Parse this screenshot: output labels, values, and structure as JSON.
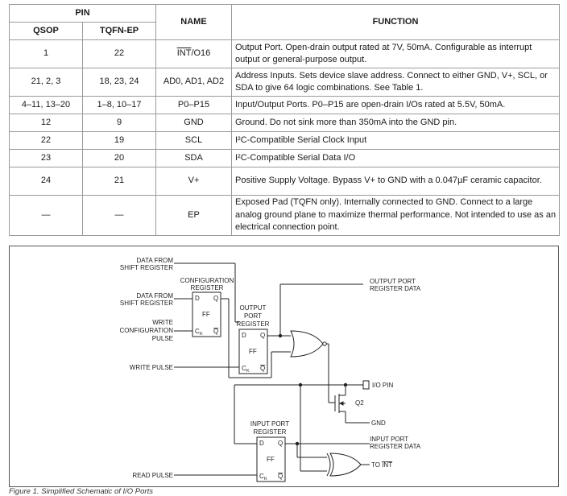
{
  "table": {
    "header": {
      "pin": "PIN",
      "qsop": "QSOP",
      "tqfn": "TQFN-EP",
      "name": "NAME",
      "function": "FUNCTION"
    },
    "rows": [
      {
        "qsop": "1",
        "tqfn": "22",
        "name_over": "INT",
        "name_rest": "/O16",
        "func": "Output Port. Open-drain output rated at 7V, 50mA. Configurable as interrupt output or general-purpose output."
      },
      {
        "qsop": "21, 2, 3",
        "tqfn": "18, 23, 24",
        "name": "AD0, AD1, AD2",
        "func": "Address Inputs. Sets device slave address. Connect to either GND, V+, SCL, or SDA to give 64 logic combinations. See Table 1."
      },
      {
        "qsop": "4–11, 13–20",
        "tqfn": "1–8, 10–17",
        "name": "P0–P15",
        "func": "Input/Output Ports. P0–P15 are open-drain I/Os rated at 5.5V, 50mA."
      },
      {
        "qsop": "12",
        "tqfn": "9",
        "name": "GND",
        "func": "Ground. Do not sink more than 350mA into the GND pin."
      },
      {
        "qsop": "22",
        "tqfn": "19",
        "name": "SCL",
        "func": "I²C-Compatible Serial Clock Input"
      },
      {
        "qsop": "23",
        "tqfn": "20",
        "name": "SDA",
        "func": "I²C-Compatible Serial Data I/O"
      },
      {
        "qsop": "24",
        "tqfn": "21",
        "name": "V+",
        "func": "Positive Supply Voltage. Bypass V+ to GND with a 0.047µF ceramic capacitor."
      },
      {
        "qsop": "—",
        "tqfn": "—",
        "name": "EP",
        "func": "Exposed Pad (TQFN only). Internally connected to GND. Connect to a large analog ground plane to maximize thermal performance. Not intended to use as an electrical connection point."
      }
    ]
  },
  "schematic": {
    "data_from_shift_1": [
      "DATA FROM",
      "SHIFT REGISTER"
    ],
    "data_from_shift_2": [
      "DATA FROM",
      "SHIFT REGISTER"
    ],
    "write_config_pulse": [
      "WRITE",
      "CONFIGURATION",
      "PULSE"
    ],
    "write_pulse": "WRITE PULSE",
    "read_pulse": "READ PULSE",
    "config_register": [
      "CONFIGURATION",
      "REGISTER"
    ],
    "output_port_register": [
      "OUTPUT",
      "PORT",
      "REGISTER"
    ],
    "input_port_register": [
      "INPUT PORT",
      "REGISTER"
    ],
    "output_port_register_data": [
      "OUTPUT PORT",
      "REGISTER DATA"
    ],
    "input_port_register_data": [
      "INPUT PORT",
      "REGISTER DATA"
    ],
    "io_pin": "I/O PIN",
    "gnd": "GND",
    "q2": "Q2",
    "to_int_prefix": "TO ",
    "to_int_over": "INT",
    "ff_d": "D",
    "ff_q": "Q",
    "ff_ff": "FF",
    "ff_ck": "C",
    "ff_ck_sub": "K",
    "ff_qbar": "Q"
  },
  "caption": "Figure 1. Simplified Schematic of I/O Ports"
}
